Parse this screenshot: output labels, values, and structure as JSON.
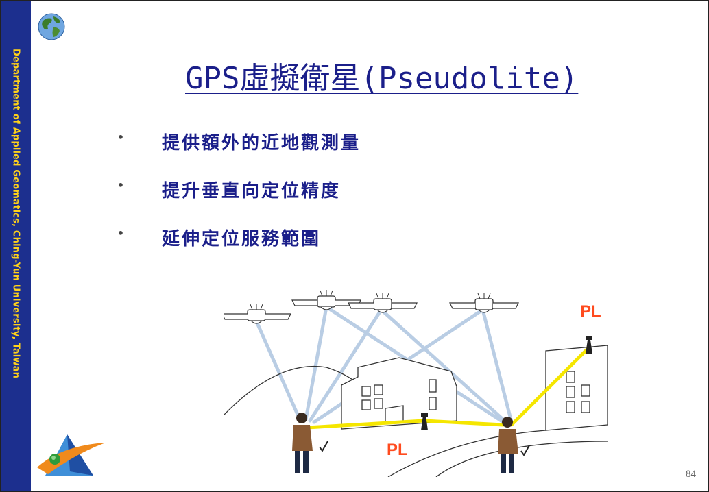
{
  "sidebar": {
    "text": "Department of Applied Geomatics, Ching-Yun University, Taiwan"
  },
  "slide": {
    "title": "GPS虛擬衛星(Pseudolite)",
    "bullets": [
      {
        "marker": "•",
        "text": "提供額外的近地觀測量"
      },
      {
        "marker": "•",
        "text": "提升垂直向定位精度"
      },
      {
        "marker": "•",
        "text": "延伸定位服務範圍"
      }
    ],
    "illustration": {
      "labels": [
        "PL",
        "PL"
      ]
    },
    "page_number": "84"
  },
  "colors": {
    "sidebar": "#1c2f8e",
    "sidebar_text": "#ffd21a",
    "title": "#1b1f8a",
    "label": "#ff4b1f",
    "pl_link": "#f5e600"
  },
  "icons": [
    "globe-icon",
    "logo-icon",
    "satellite-icon",
    "pseudolite-tower-icon",
    "person-icon"
  ]
}
